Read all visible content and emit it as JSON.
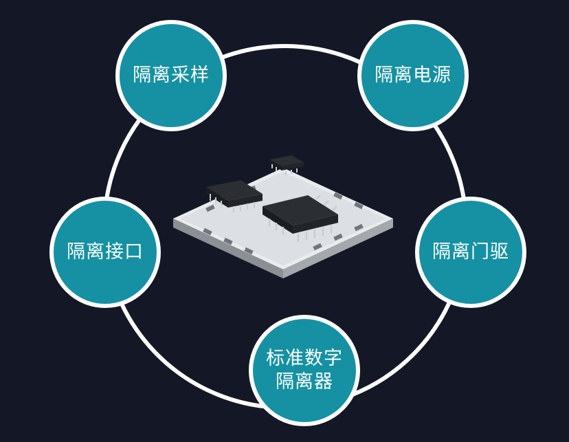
{
  "nodes": {
    "isolated_sampling": "隔离采样",
    "isolated_power": "隔离电源",
    "isolated_interface": "隔离接口",
    "isolated_gate_driver": "隔离门驱",
    "digital_isolator_line1": "标准数字",
    "digital_isolator_line2": "隔离器"
  },
  "colors": {
    "background": "#141826",
    "node_fill": "#1591a3",
    "ring": "#ffffff"
  },
  "icons": {
    "center": "chip-module-illustration"
  }
}
